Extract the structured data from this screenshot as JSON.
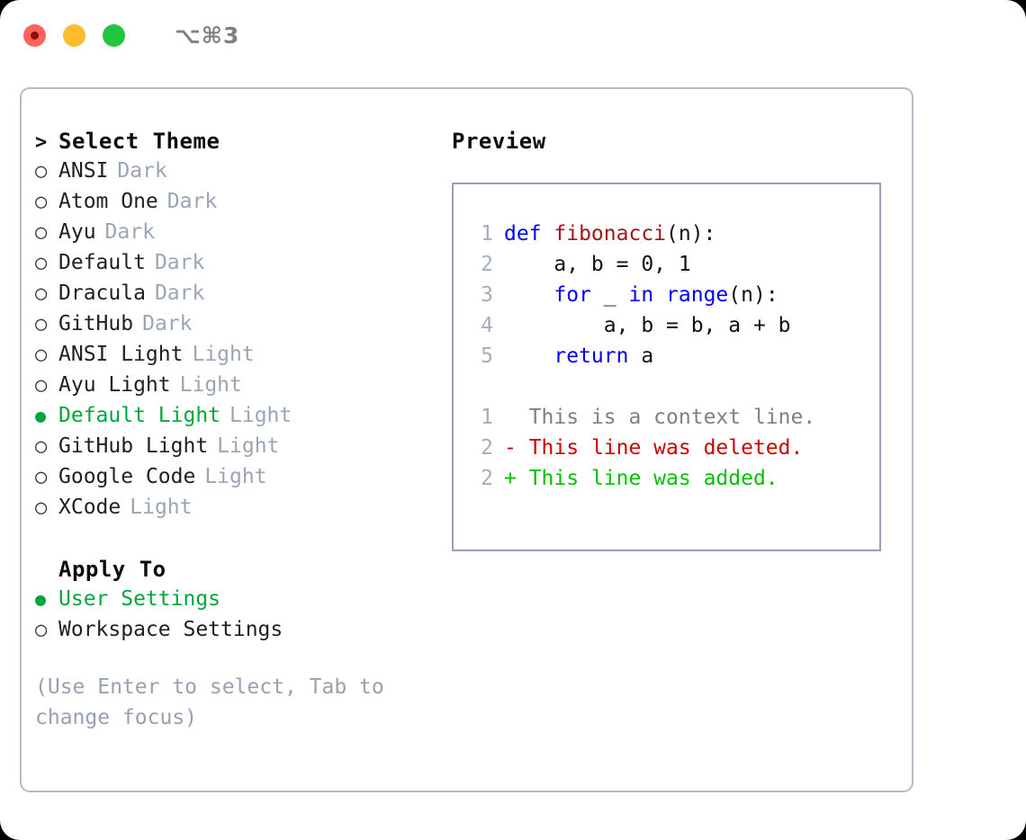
{
  "titlebar": {
    "shortcut": "⌥⌘3",
    "lights": [
      "close-light",
      "minimize-light",
      "maximize-light"
    ]
  },
  "theme_panel": {
    "header": {
      "marker": ">",
      "label": "Select Theme"
    },
    "items": [
      {
        "marker": "○",
        "name": "ANSI",
        "kind": "Dark",
        "selected": false
      },
      {
        "marker": "○",
        "name": "Atom One",
        "kind": "Dark",
        "selected": false
      },
      {
        "marker": "○",
        "name": "Ayu",
        "kind": "Dark",
        "selected": false
      },
      {
        "marker": "○",
        "name": "Default",
        "kind": "Dark",
        "selected": false
      },
      {
        "marker": "○",
        "name": "Dracula",
        "kind": "Dark",
        "selected": false
      },
      {
        "marker": "○",
        "name": "GitHub",
        "kind": "Dark",
        "selected": false
      },
      {
        "marker": "○",
        "name": "ANSI Light",
        "kind": "Light",
        "selected": false
      },
      {
        "marker": "○",
        "name": "Ayu Light",
        "kind": "Light",
        "selected": false
      },
      {
        "marker": "●",
        "name": "Default Light",
        "kind": "Light",
        "selected": true
      },
      {
        "marker": "○",
        "name": "GitHub Light",
        "kind": "Light",
        "selected": false
      },
      {
        "marker": "○",
        "name": "Google Code",
        "kind": "Light",
        "selected": false
      },
      {
        "marker": "○",
        "name": "XCode",
        "kind": "Light",
        "selected": false
      }
    ]
  },
  "apply_to": {
    "header": {
      "marker": " ",
      "label": "Apply To"
    },
    "items": [
      {
        "marker": "●",
        "name": "User Settings",
        "selected": true
      },
      {
        "marker": "○",
        "name": "Workspace Settings",
        "selected": false
      }
    ]
  },
  "hint": "(Use Enter to select, Tab to change focus)",
  "preview": {
    "title": "Preview",
    "code_lines": [
      {
        "no": "1",
        "tokens": [
          {
            "t": "def ",
            "c": "kw"
          },
          {
            "t": "fibonacci",
            "c": "fn"
          },
          {
            "t": "(n):",
            "c": "plain"
          }
        ]
      },
      {
        "no": "2",
        "tokens": [
          {
            "t": "    a, b = 0, 1",
            "c": "plain"
          }
        ]
      },
      {
        "no": "3",
        "tokens": [
          {
            "t": "    ",
            "c": "plain"
          },
          {
            "t": "for",
            "c": "kw"
          },
          {
            "t": " _ ",
            "c": "plain"
          },
          {
            "t": "in",
            "c": "kw"
          },
          {
            "t": " ",
            "c": "plain"
          },
          {
            "t": "range",
            "c": "kw"
          },
          {
            "t": "(n):",
            "c": "plain"
          }
        ]
      },
      {
        "no": "4",
        "tokens": [
          {
            "t": "        a, b = b, a + b",
            "c": "plain"
          }
        ]
      },
      {
        "no": "5",
        "tokens": [
          {
            "t": "    ",
            "c": "plain"
          },
          {
            "t": "return",
            "c": "kw"
          },
          {
            "t": " a",
            "c": "plain"
          }
        ]
      }
    ],
    "diff_lines": [
      {
        "no": "1",
        "marker": " ",
        "text": "This is a context line.",
        "kind": "ctx"
      },
      {
        "no": "2",
        "marker": "-",
        "text": "This line was deleted.",
        "kind": "del"
      },
      {
        "no": "2",
        "marker": "+",
        "text": "This line was added.",
        "kind": "add"
      }
    ]
  },
  "colors": {
    "selected_green": "#00a63c",
    "diff_added": "#00c000",
    "diff_deleted": "#cc0000",
    "keyword_blue": "#0000ee",
    "function_red": "#a31515",
    "muted_gray": "#9aa6b6",
    "border": "#b2bdcc"
  }
}
